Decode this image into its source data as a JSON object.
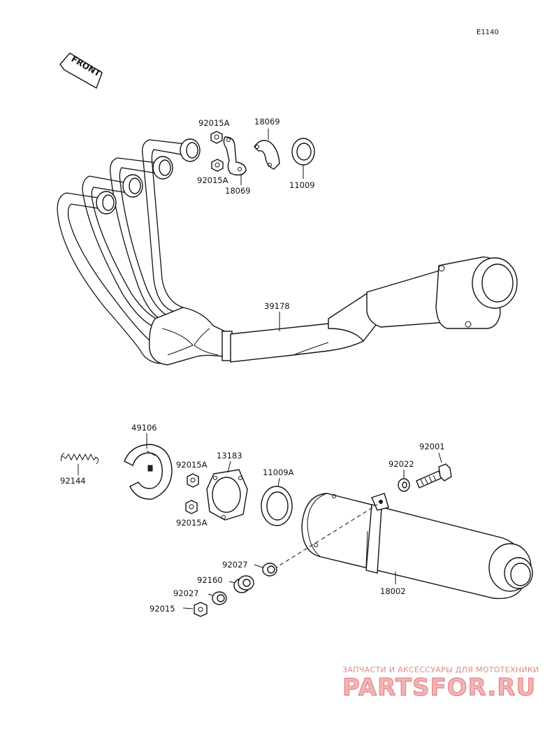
{
  "diagram": {
    "ref_code": "E1140",
    "front_label": "FRONT",
    "labels": {
      "p92015A_top": "92015A",
      "p18069_top": "18069",
      "p92015A_mid": "92015A",
      "p18069_bot": "18069",
      "p11009": "11009",
      "p39178": "39178",
      "p49106": "49106",
      "p92144": "92144",
      "p92015A_a": "92015A",
      "p13183": "13183",
      "p92015A_b": "92015A",
      "p11009A": "11009A",
      "p92001": "92001",
      "p92022": "92022",
      "p92027_a": "92027",
      "p92160": "92160",
      "p92027_b": "92027",
      "p92015": "92015",
      "p18002": "18002"
    }
  },
  "watermark": {
    "tagline": "ЗАПЧАСТИ И АКСЕССУАРЫ ДЛЯ МОТОТЕХНИКИ",
    "logo": "PARTSFOR.RU"
  }
}
